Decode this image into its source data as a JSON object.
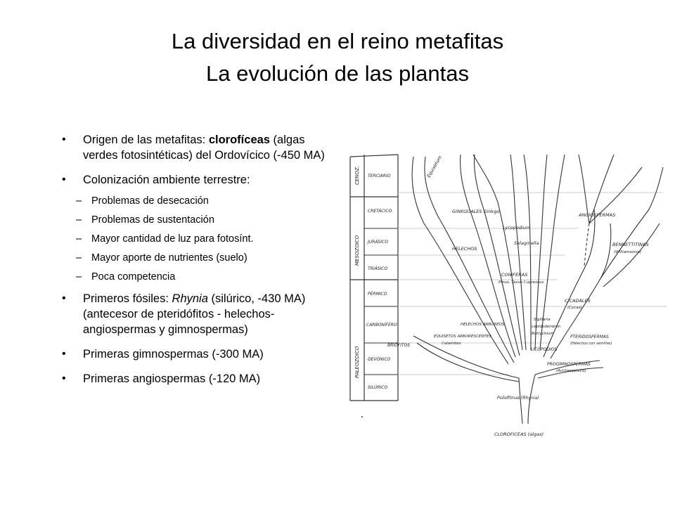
{
  "title": {
    "line1": "La diversidad en el reino metafitas",
    "line2": "La evolución de las plantas"
  },
  "bullets": {
    "b1_pre": "Origen de las metafitas: ",
    "b1_bold": "clorofíceas",
    "b1_post": " (algas verdes fotosintéticas) del Ordovícico (-450 MA)",
    "b2": "Colonización ambiente terrestre:",
    "sub": [
      "Problemas de desecación",
      "Problemas de sustentación",
      "Mayor cantidad de luz para fotosínt.",
      "Mayor aporte de nutrientes (suelo)",
      "Poca competencia"
    ],
    "b3_pre": "Primeros fósiles: ",
    "b3_italic": "Rhynia",
    "b3_post": " (silúrico, -430 MA) (antecesor de pteridófitos - helechos- angiospermas y gimnospermas)",
    "b4": "Primeras gimnospermas (-300 MA)",
    "b5": "Primeras angiospermas (-120 MA)"
  },
  "figure": {
    "eras": [
      "CENOZ.",
      "MESOZOICO",
      "PALEOZOICO"
    ],
    "periods": [
      "TERCIARIO",
      "CRETÁCICO",
      "JURÁSICO",
      "TRIÁSICO",
      "PÉRMICO",
      "CARBONÍFERO",
      "DEVÓNICO",
      "SILÚRICO"
    ],
    "labels": {
      "equisetum": "Equisetum",
      "ginkgoales": "GINKGOALES Ginkgo",
      "helechos": "HELECHOS",
      "lycopodium": "Lycopodium",
      "selaginella": "Selaginella",
      "coniferas": "CONIFERAS",
      "coniferas_sub": "Pinus, Taxus Cupressus",
      "angiospermas": "ANGIOSPERMAS",
      "bennettitinas": "BENNETTITINAS",
      "bennettitinas_sub": "(Williamsonia)",
      "cicadales": "CICADALES",
      "cicadales_sub": "(Cycas)",
      "helechos_arb": "HELECHOS ARBOREOS",
      "equisetos": "EQUISETOS ARBORESCENTES",
      "calamites": "Calamites",
      "sigillaria": "Sigillaria",
      "lepidodendron": "Lepidodendron",
      "botrychium": "Botrychium",
      "licopodios": "LICOPODIOS",
      "pteridospermas": "PTERIDOSPERMAS",
      "pteridospermas_sub": "(Helechos con semillas)",
      "progimnospermas": "PROGIMNOSPERMAS",
      "progimnospermas_sub": "(Archaeopteris)",
      "briofitos": "BRIÓFITOS",
      "psilofitinas": "Psilofitinas (Rhynia)",
      "clorofíceas": "CLOROFICEAS (algas)"
    }
  }
}
